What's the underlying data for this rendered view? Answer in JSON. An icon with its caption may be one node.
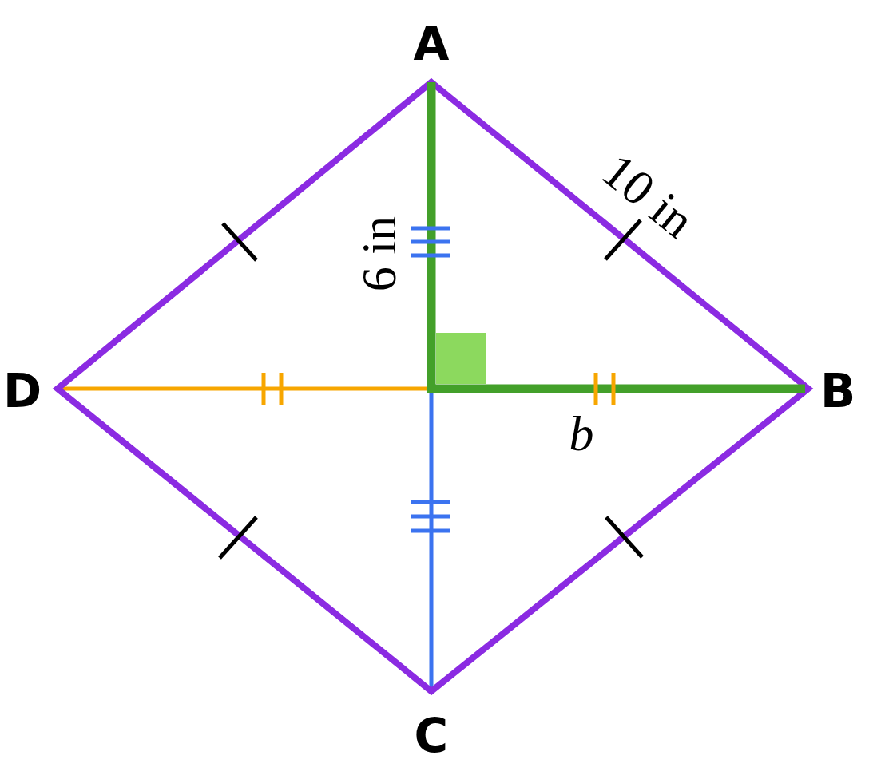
{
  "diagram": {
    "labels": [
      "A",
      "6 in",
      "10 in",
      "D",
      "B",
      "b",
      "C"
    ]
  }
}
